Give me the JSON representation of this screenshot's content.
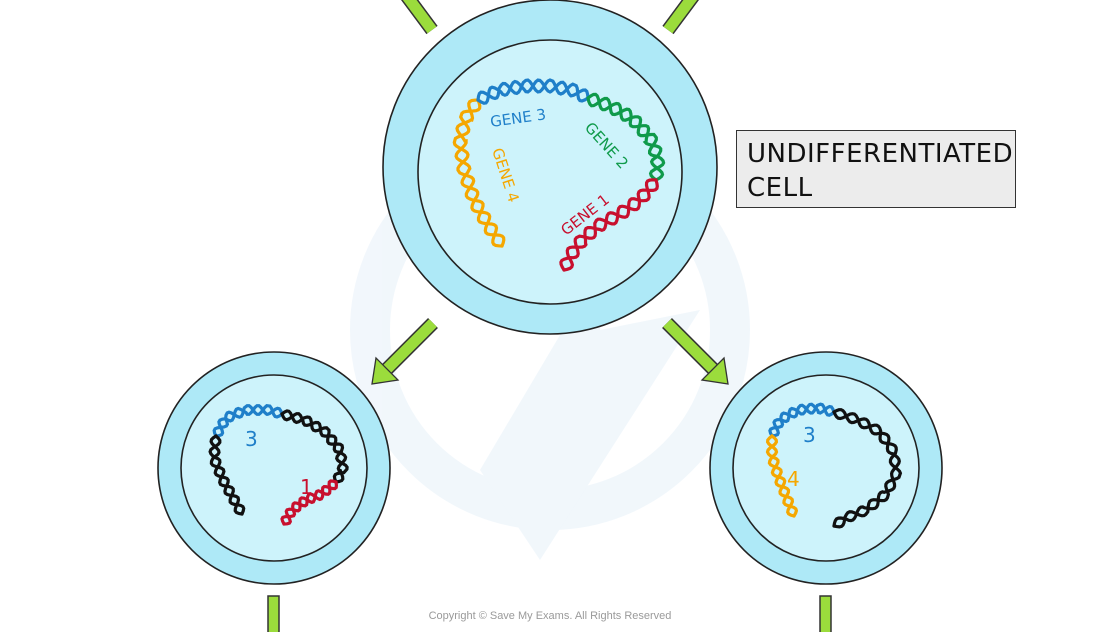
{
  "label_box": {
    "line1": "UNDIFFERENTIATED",
    "line2": "CELL"
  },
  "genes": {
    "gene1": "GENE 1",
    "gene2": "GENE 2",
    "gene3": "GENE 3",
    "gene4": "GENE 4"
  },
  "left_cell_labels": {
    "gene3": "3",
    "gene1": "1"
  },
  "right_cell_labels": {
    "gene3": "3",
    "gene4": "4"
  },
  "copyright": "Copyright © Save My Exams. All Rights Reserved",
  "colors": {
    "cytoplasm": "#aee9f7",
    "nucleus": "#cdf3fb",
    "arrow": "#9bdc3c",
    "gene1": "#c8102e",
    "gene2": "#0f9a4a",
    "gene3": "#1f7fc9",
    "gene4": "#f5a700",
    "inactive": "#111111"
  }
}
